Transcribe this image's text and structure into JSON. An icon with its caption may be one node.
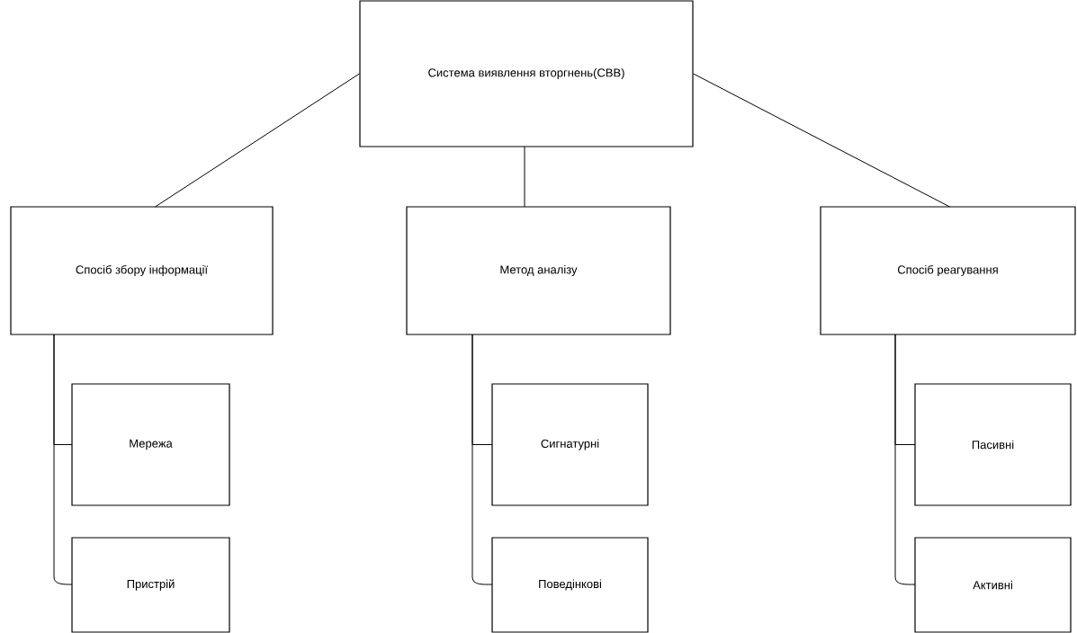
{
  "diagram": {
    "nodes": [
      {
        "text": [
          "Система виявлення вторгнень(СВВ)"
        ]
      },
      {
        "text": [
          "Спосіб збору інформації"
        ]
      },
      {
        "text": [
          "Метод аналізу"
        ]
      },
      {
        "text": [
          "Спосіб реагування"
        ]
      },
      {
        "text": [
          "Мережа"
        ]
      },
      {
        "text": [
          "Пристрій"
        ]
      },
      {
        "text": [
          "Сигнатурні"
        ]
      },
      {
        "text": [
          "Поведінкові"
        ]
      },
      {
        "text": [
          "Пасивні"
        ]
      },
      {
        "text": [
          "Активні"
        ]
      }
    ],
    "edges": [
      {
        "from": 0,
        "to": 1,
        "arrow": "none"
      },
      {
        "from": 0,
        "to": 2,
        "arrow": "none"
      },
      {
        "from": 0,
        "to": 3,
        "arrow": "none"
      },
      {
        "from": 1,
        "to": 4,
        "arrow": "none"
      },
      {
        "from": 1,
        "to": 5,
        "arrow": "none"
      },
      {
        "from": 2,
        "to": 6,
        "arrow": "none"
      },
      {
        "from": 2,
        "to": 7,
        "arrow": "none"
      },
      {
        "from": 3,
        "to": 8,
        "arrow": "none"
      },
      {
        "from": 3,
        "to": 9,
        "arrow": "none"
      }
    ]
  }
}
